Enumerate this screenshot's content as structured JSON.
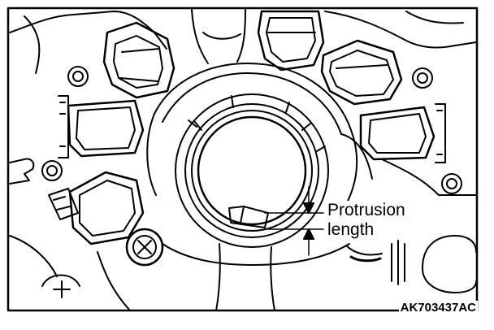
{
  "diagram": {
    "callout": {
      "line1": "Protrusion",
      "line2": "length"
    },
    "figure_code": "AK703437AC",
    "stroke_color": "#000000",
    "background_color": "#ffffff"
  }
}
